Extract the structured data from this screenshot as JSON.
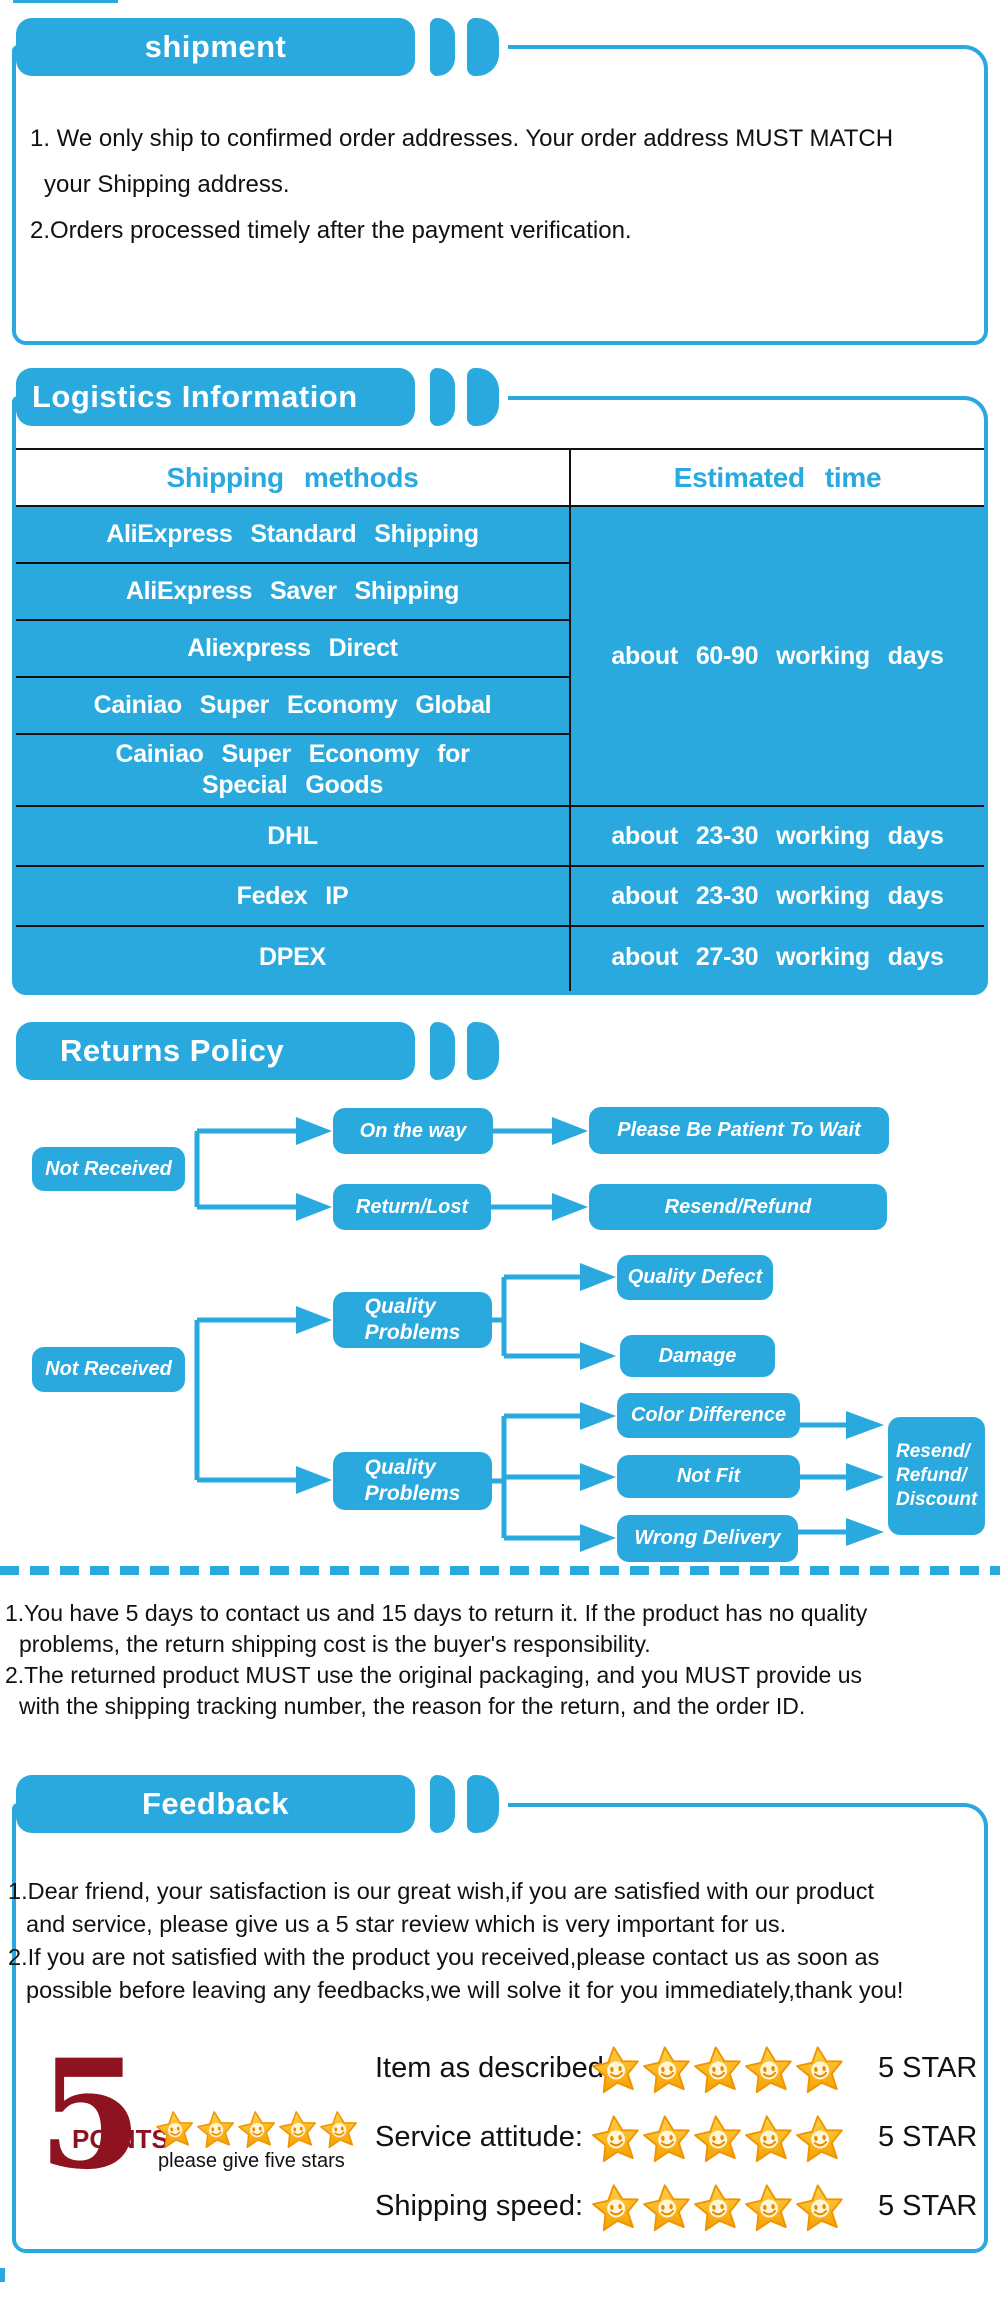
{
  "theme": {
    "blue": "#29A9DE",
    "dark_red": "#8E1220",
    "star_gold_light": "#FFD24A",
    "star_gold_dark": "#F5A000",
    "star_outline": "#EF9400",
    "text_black": "#111111"
  },
  "shipment": {
    "title": "shipment",
    "lines": [
      "1. We only ship to confirmed order addresses. Your order address MUST MATCH",
      "your Shipping address.",
      "2.Orders processed timely after the payment verification."
    ]
  },
  "logistics": {
    "title": "Logistics Information",
    "header": {
      "methods": "Shipping methods",
      "time": "Estimated time"
    },
    "standard_rows": [
      "AliExpress Standard Shipping",
      "AliExpress Saver Shipping",
      "Aliexpress Direct",
      "Cainiao Super Economy Global",
      "Cainiao Super Economy for\nSpecial Goods"
    ],
    "standard_time": "about 60-90 working days",
    "express_rows": [
      {
        "method": "DHL",
        "time": "about 23-30 working days"
      },
      {
        "method": "Fedex IP",
        "time": "about 23-30 working days"
      },
      {
        "method": "DPEX",
        "time": "about 27-30 working days"
      }
    ]
  },
  "returns": {
    "title": "Returns Policy",
    "flow1": {
      "source": "Not Received",
      "branches": [
        {
          "mid": "On the way",
          "end": "Please Be Patient To Wait"
        },
        {
          "mid": "Return/Lost",
          "end": "Resend/Refund"
        }
      ]
    },
    "flow2": {
      "source": "Not Received",
      "group1": {
        "mid": "Quality\nProblems",
        "ends": [
          "Quality Defect",
          "Damage"
        ]
      },
      "group2": {
        "mid": "Quality\nProblems",
        "ends": [
          "Color Difference",
          "Not Fit",
          "Wrong Delivery"
        ],
        "final": "Resend/\nRefund/\nDiscount"
      }
    },
    "notes": [
      "1.You have 5 days to contact us and 15 days to return it. If the product has no quality",
      "problems, the return shipping cost is the buyer's responsibility.",
      "2.The returned product MUST use the original packaging, and you MUST provide us",
      "with the shipping tracking number, the reason for the return, and the order ID."
    ]
  },
  "feedback": {
    "title": "Feedback",
    "lines": [
      "1.Dear friend, your satisfaction is our great wish,if you are satisfied with our product",
      "and service, please give us a 5 star review which is very important for us.",
      "2.If you are not satisfied with the product you received,please contact us as soon as",
      "possible before leaving any feedbacks,we will solve it for you immediately,thank you!"
    ],
    "big_number": "5",
    "points_label": "POINTS",
    "small_stars": 5,
    "caption": "please give five stars",
    "ratings": [
      {
        "label": "Item as described:",
        "stars": 5,
        "value": "5 STAR"
      },
      {
        "label": "Service attitude:",
        "stars": 5,
        "value": "5 STAR"
      },
      {
        "label": "Shipping speed:",
        "stars": 5,
        "value": "5 STAR"
      }
    ]
  }
}
